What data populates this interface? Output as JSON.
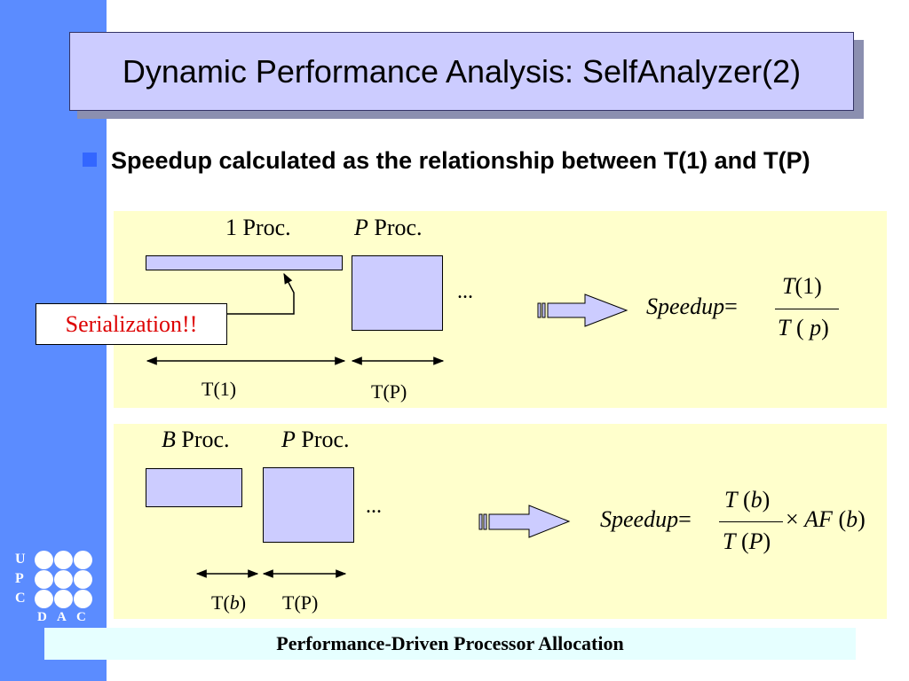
{
  "slide": {
    "title": "Dynamic Performance Analysis: SelfAnalyzer(2)",
    "bullet": "Speedup calculated as the relationship between T(1) and T(P)",
    "footer": "Performance-Driven Processor Allocation"
  },
  "panel_top": {
    "label_1proc": "1 Proc.",
    "label_p_var": "P",
    "label_p_suffix": " Proc.",
    "ellipsis": "...",
    "callout": "Serialization!!",
    "t1_label": "T(1)",
    "tp_label": "T(P)",
    "formula": {
      "lhs": "Speedup",
      "eq": "=",
      "num_var": "T",
      "num_arg": "(1)",
      "den_var": "T",
      "den_open": " (",
      "den_arg": " p",
      "den_close": ")"
    }
  },
  "panel_bottom": {
    "label_b_var": "B",
    "label_b_suffix": " Proc.",
    "label_p_var": "P",
    "label_p_suffix": " Proc.",
    "ellipsis": "...",
    "tb_prefix": "T(",
    "tb_var": "b",
    "tb_suffix": ")",
    "tp_label": "T(P)",
    "formula": {
      "lhs": "Speedup",
      "eq": "=",
      "num_var": "T",
      "num_arg_open": " (",
      "num_arg": "b",
      "num_arg_close": ")",
      "den_var": "T",
      "den_arg_open": " (",
      "den_arg": "P",
      "den_arg_close": ")",
      "times": "×",
      "af": "AF",
      "af_open": " (",
      "af_arg": "b",
      "af_close": ")"
    }
  },
  "logo": {
    "left_letters": [
      "U",
      "P",
      "C"
    ],
    "bottom_letters": [
      "D",
      "A",
      "C"
    ]
  },
  "colors": {
    "sidebar": "#5b8cff",
    "title_fill": "#ccccff",
    "panel_fill": "#ffffcc",
    "block_fill": "#ccccff",
    "bullet": "#3366ff",
    "callout_text": "#dd0000",
    "footer_fill": "#e6ffff"
  }
}
